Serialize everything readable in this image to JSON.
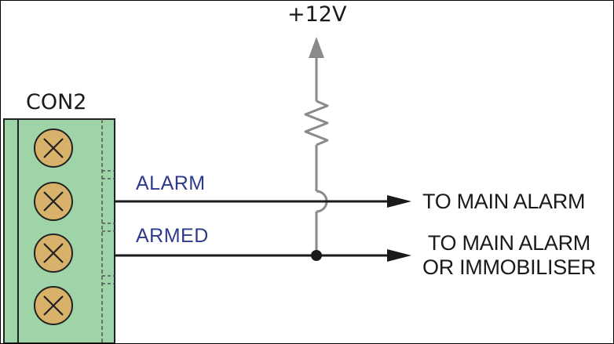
{
  "supply_label": "+12V",
  "connector_label": "CON2",
  "signals": {
    "alarm": "ALARM",
    "armed": "ARMED"
  },
  "destinations": {
    "alarm_line": "TO MAIN ALARM",
    "armed_line1": "TO MAIN ALARM",
    "armed_line2": "OR IMMOBILISER"
  },
  "colors": {
    "connector_fill": "#9ed4a8",
    "terminal_fill": "#d8b26a",
    "signal_text": "#2e3a8c",
    "wire": "#1a1a1a",
    "supply_wire": "#8a8a8a"
  }
}
